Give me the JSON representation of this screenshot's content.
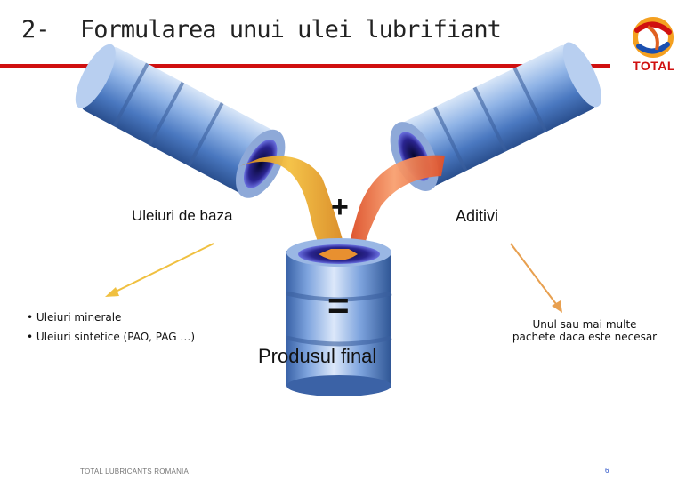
{
  "header": {
    "number": "2-",
    "title": "Formularea unui ulei lubrifiant",
    "logo_text": "TOTAL"
  },
  "diagram": {
    "base_label": "Uleiuri de baza",
    "plus": "+",
    "additives_label": "Aditivi",
    "equals": "=",
    "final_label": "Produsul final"
  },
  "base_oils": {
    "items": [
      "Uleiuri minerale",
      "Uleiuri sintetice (PAO, PAG …)"
    ]
  },
  "additives_note": "Unul sau mai multe pachete daca este necesar",
  "footer": {
    "company": "TOTAL LUBRICANTS ROMANIA",
    "page": "6"
  },
  "colors": {
    "brand_red": "#d01010",
    "barrel_blue": "#5f8fd0",
    "base_oil": "#e8a020",
    "additive": "#e85a2a",
    "arrow": "#f0c040",
    "arrow_right": "#e8a050"
  }
}
